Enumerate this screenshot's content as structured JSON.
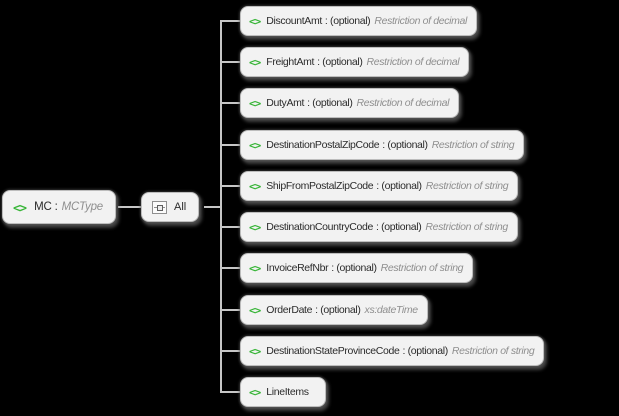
{
  "diagram": {
    "kind": "xml-schema-diagram",
    "root": {
      "name": "MC",
      "separator": ":",
      "type": "MCType"
    },
    "compositor": {
      "label": "All",
      "icon": "all-compositor-icon"
    },
    "children": [
      {
        "name": "DiscountAmt",
        "occurrence": ": (optional)",
        "type": "Restriction of decimal"
      },
      {
        "name": "FreightAmt",
        "occurrence": ": (optional)",
        "type": "Restriction of decimal"
      },
      {
        "name": "DutyAmt",
        "occurrence": ": (optional)",
        "type": "Restriction of decimal"
      },
      {
        "name": "DestinationPostalZipCode",
        "occurrence": ": (optional)",
        "type": "Restriction of string"
      },
      {
        "name": "ShipFromPostalZipCode",
        "occurrence": ": (optional)",
        "type": "Restriction of string"
      },
      {
        "name": "DestinationCountryCode",
        "occurrence": ": (optional)",
        "type": "Restriction of string"
      },
      {
        "name": "InvoiceRefNbr",
        "occurrence": ": (optional)",
        "type": "Restriction of string"
      },
      {
        "name": "OrderDate",
        "occurrence": ": (optional)",
        "type": "xs:dateTime"
      },
      {
        "name": "DestinationStateProvinceCode",
        "occurrence": ": (optional)",
        "type": "Restriction of string"
      },
      {
        "name": "LineItems",
        "occurrence": "",
        "type": ""
      }
    ],
    "icons": {
      "element_glyph": "<>"
    },
    "colors": {
      "background": "#000000",
      "box_fill": "#f2f2f2",
      "box_border": "#bdbdbd",
      "shadow": "#3a3a3a",
      "text": "#2b2b2b",
      "type_text": "#8f8f8f",
      "element_icon_green": "#35b435",
      "connector": "#c6c6c6"
    }
  }
}
